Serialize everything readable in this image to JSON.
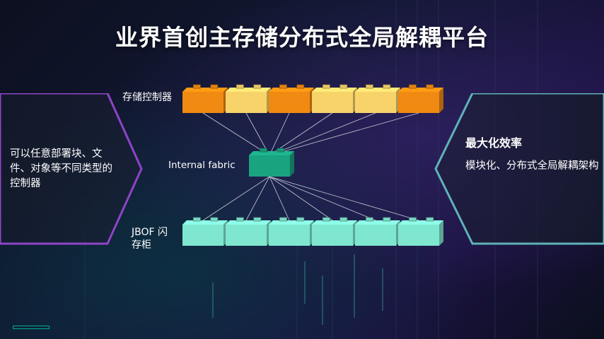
{
  "title": "业界首创主存储分布式全局解耦平台",
  "left_panel": {
    "text": "可以任意部署块、文件、对象等不同类型的控制器"
  },
  "right_panel": {
    "heading": "最大化效率",
    "text": "模块化、分布式全局解耦架构"
  },
  "diagram": {
    "controllers_label": "存储控制器",
    "fabric_label": "Internal fabric",
    "jbof_label": "JBOF 闪存柜",
    "controller_blocks": [
      "orange",
      "yellow",
      "orange",
      "yellow",
      "yellow",
      "orange"
    ],
    "jbof_block_count": 6
  },
  "colors": {
    "orange": "#f08a12",
    "yellow": "#f7d36a",
    "fabric": "#1aa37f",
    "jbof": "#7fe6cf",
    "left_border": "#8e44c8",
    "right_border": "#5fb3b8"
  }
}
